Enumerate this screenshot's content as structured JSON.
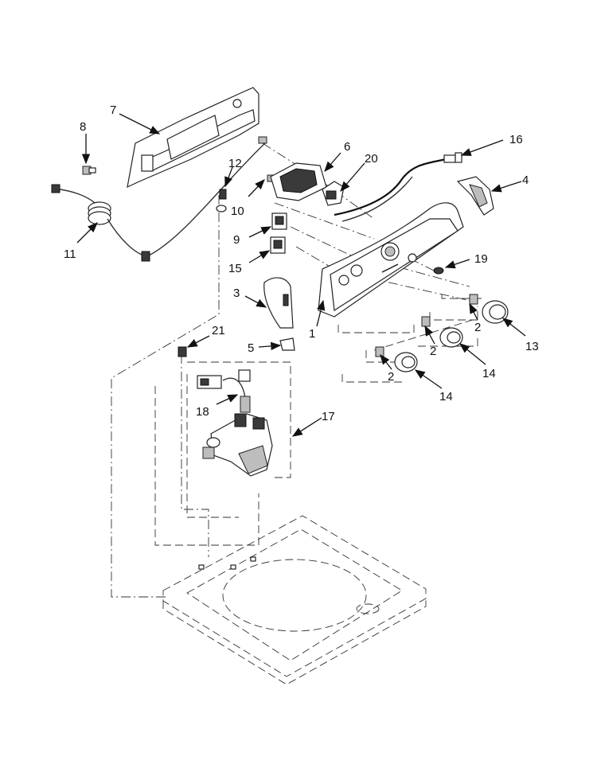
{
  "callouts": {
    "c1": "1",
    "c2a": "2",
    "c2b": "2",
    "c2c": "2",
    "c3": "3",
    "c4": "4",
    "c5": "5",
    "c6": "6",
    "c7": "7",
    "c8": "8",
    "c9": "9",
    "c10": "10",
    "c11": "11",
    "c12": "12",
    "c13": "13",
    "c14a": "14",
    "c14b": "14",
    "c15": "15",
    "c16": "16",
    "c17": "17",
    "c18": "18",
    "c19": "19",
    "c20": "20",
    "c21": "21"
  },
  "colors": {
    "line": "#222222",
    "background": "#ffffff",
    "shade": "#3a3a3a"
  }
}
